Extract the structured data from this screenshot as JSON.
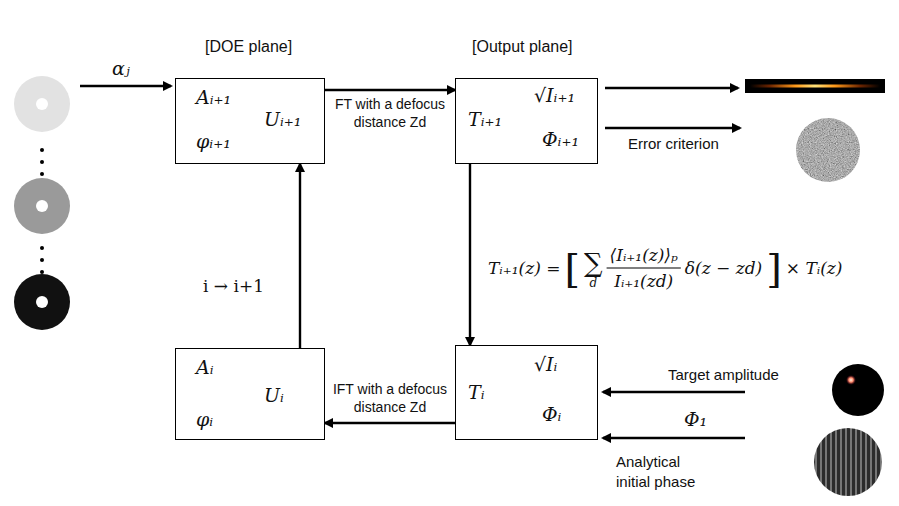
{
  "diagram": {
    "nodes": [
      {
        "text": [
          "Aᵢ₊₁",
          "Uᵢ₊₁",
          "φᵢ₊₁"
        ]
      },
      {
        "text": [
          "Tᵢ₊₁",
          "√Iᵢ₊₁",
          "Φᵢ₊₁"
        ]
      },
      {
        "text": [
          "Aᵢ",
          "Uᵢ",
          "φᵢ"
        ]
      },
      {
        "text": [
          "Tᵢ",
          "√Iᵢ",
          "Φᵢ"
        ]
      }
    ],
    "edges": [
      {
        "from": 0,
        "to": 1,
        "arrow": "to",
        "label": "FT with a defocus distance Zd"
      },
      {
        "from": 1,
        "to": 3,
        "arrow": "to"
      },
      {
        "from": 3,
        "to": 2,
        "arrow": "to",
        "label": "IFT with a defocus distance Zd"
      },
      {
        "from": 2,
        "to": 0,
        "arrow": "to"
      }
    ],
    "labels": [
      "[DOE plane]",
      "[Output plane]",
      "αⱼ",
      "Error criterion",
      "i → i+1",
      "Tᵢ₊₁(z) =",
      "[",
      "∑",
      "d",
      "⟨Iᵢ₊₁(z)⟩ₚ",
      "Iᵢ₊₁(zd)",
      "δ(z − zd)",
      "]",
      "× Tᵢ(z)",
      "Target amplitude",
      "Φ₁",
      "Analytical initial phase"
    ]
  }
}
